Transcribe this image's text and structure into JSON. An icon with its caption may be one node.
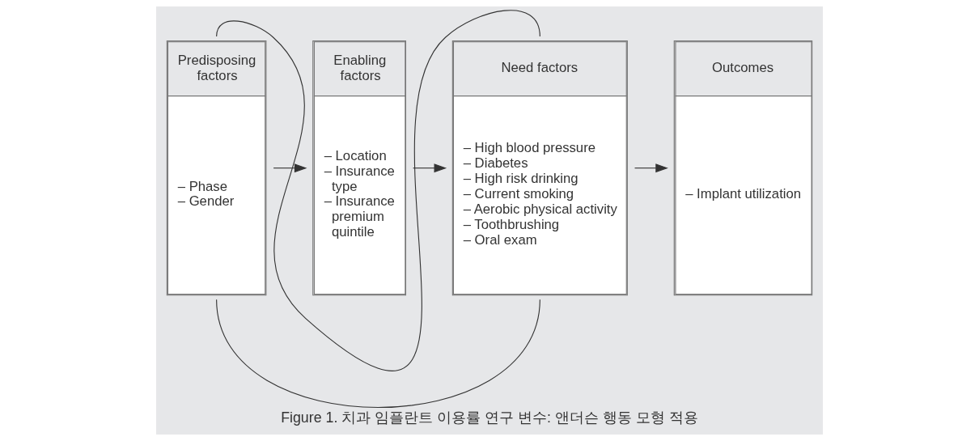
{
  "diagram": {
    "caption": "Figure 1. 치과 임플란트 이용률 연구 변수: 앤더슨 행동 모형 적용",
    "nodes": [
      {
        "text": [
          "Predisposing factors",
          "– Phase",
          "– Gender"
        ]
      },
      {
        "text": [
          "Enabling factors",
          "– Location",
          "– Insurance type",
          "– Insurance premium quintile"
        ]
      },
      {
        "text": [
          "Need factors",
          "– High blood pressure",
          "– Diabetes",
          "– High risk drinking",
          "– Current smoking",
          "– Aerobic physical activity",
          "– Toothbrushing",
          "– Oral exam"
        ]
      },
      {
        "text": [
          "Outcomes",
          "– Implant utilization"
        ]
      }
    ],
    "edges": [
      {
        "from": 0,
        "to": 2,
        "arrow": "none"
      },
      {
        "from": 0,
        "to": 1,
        "arrow": "to"
      },
      {
        "from": 1,
        "to": 2,
        "arrow": "to"
      },
      {
        "from": 2,
        "to": 3,
        "arrow": "to"
      },
      {
        "from": 0,
        "to": 2,
        "arrow": "none"
      }
    ]
  }
}
